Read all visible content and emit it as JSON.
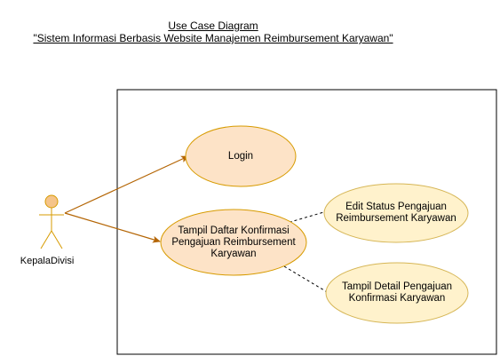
{
  "diagram": {
    "title_line1": "Use Case Diagram ",
    "title_line2": "\"Sistem Informasi Berbasis Website Manajemen Reimbursement Karyawan\"",
    "actor": {
      "label": "KepalaDivisi",
      "fill": "#f5c48a",
      "stroke": "#d79b00"
    },
    "use_cases": {
      "login": {
        "label": "Login",
        "fill": "#fde3c7",
        "stroke": "#d79b00"
      },
      "tampil_daftar": {
        "label": "Tampil Daftar Konfirmasi Pengajuan Reimbursement Karyawan",
        "fill": "#fde3c7",
        "stroke": "#d79b00"
      },
      "edit_status": {
        "label": "Edit Status Pengajuan Reimbursement Karyawan",
        "fill": "#fff2cc",
        "stroke": "#d6b656"
      },
      "tampil_detail": {
        "label": "Tampil Detail Pengajuan Konfirmasi Karyawan",
        "fill": "#fff2cc",
        "stroke": "#d6b656"
      }
    },
    "association_color": "#b46504"
  }
}
